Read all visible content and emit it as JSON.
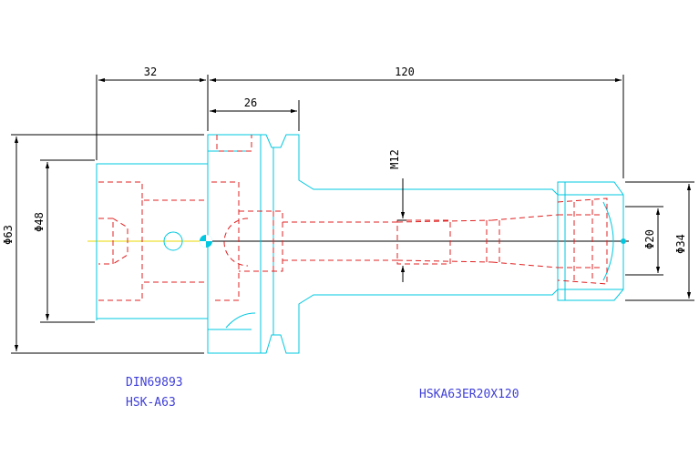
{
  "dimensions": {
    "flange_length": "32",
    "overall_length": "120",
    "hsk_length": "26",
    "thread": "M12",
    "dia_63": "Φ63",
    "dia_48": "Φ48",
    "dia_20": "Φ20",
    "dia_34": "Φ34"
  },
  "notes": {
    "standard": "DIN69893",
    "interface": "HSK-A63",
    "model": "HSKA63ER20X120"
  },
  "colors": {
    "outline": "#00c8e0",
    "hidden": "#e02020",
    "dimension": "#000000",
    "centerline": "#e8d800",
    "note_text": "#3f3fd8"
  }
}
